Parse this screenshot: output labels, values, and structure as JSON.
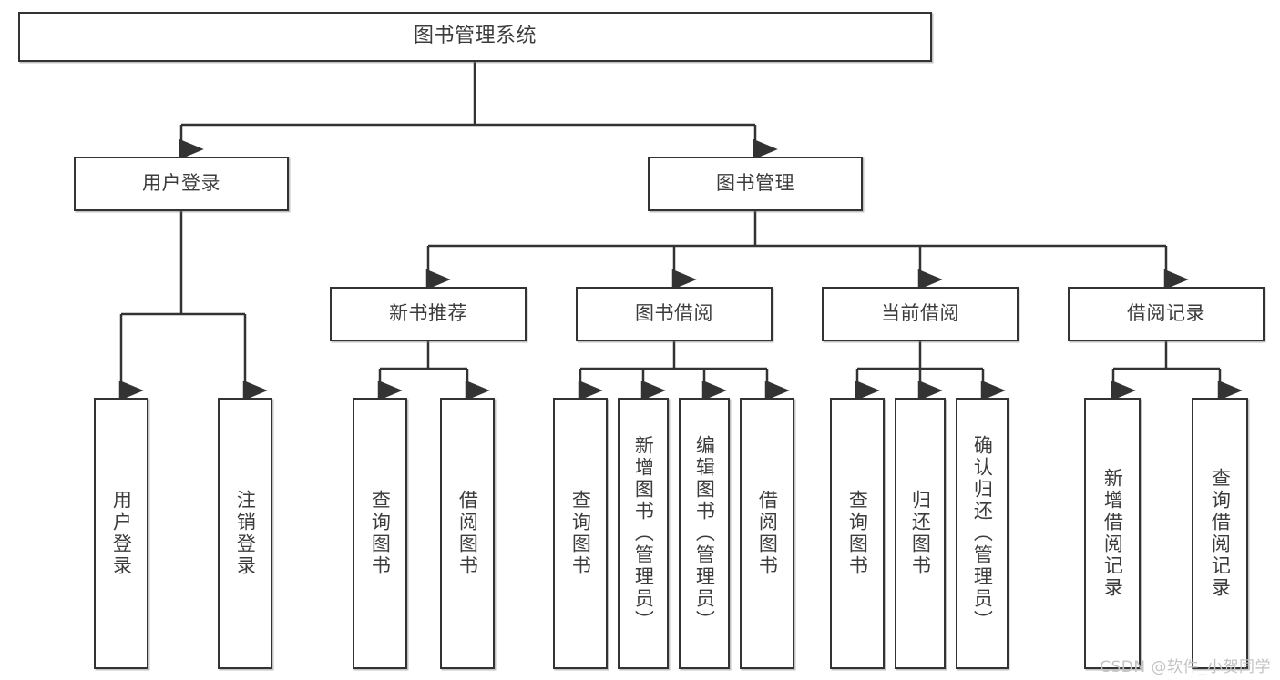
{
  "diagram": {
    "title": "图书管理系统",
    "type": "tree-hierarchy-chart",
    "watermark": "CSDN @软件_小贺同学",
    "colors": {
      "box_border": "#333333",
      "box_fill": "#ffffff",
      "text": "#3c3c3c",
      "edge": "#333333",
      "watermark": "#c3c3c3",
      "background": "#ffffff"
    },
    "levels": {
      "root": "图书管理系统",
      "level2": [
        "用户登录",
        "图书管理"
      ],
      "level3": [
        "新书推荐",
        "图书借阅",
        "当前借阅",
        "借阅记录"
      ]
    }
  },
  "nodes": {
    "root": {
      "label": "图书管理系统"
    },
    "user_login": {
      "label": "用户登录"
    },
    "book_manage": {
      "label": "图书管理"
    },
    "new_book_rec": {
      "label": "新书推荐"
    },
    "book_borrow": {
      "label": "图书借阅"
    },
    "current_borrow": {
      "label": "当前借阅"
    },
    "borrow_record": {
      "label": "借阅记录"
    },
    "leaf_user_login": {
      "label": "用户登录"
    },
    "leaf_logout": {
      "label": "注销登录"
    },
    "leaf_query_book_1": {
      "label": "查询图书"
    },
    "leaf_borrow_book_1": {
      "label": "借阅图书"
    },
    "leaf_query_book_2": {
      "label": "查询图书"
    },
    "leaf_add_book": {
      "label": "新增图书（管理员）"
    },
    "leaf_edit_book": {
      "label": "编辑图书（管理员）"
    },
    "leaf_borrow_book_2": {
      "label": "借阅图书"
    },
    "leaf_query_book_3": {
      "label": "查询图书"
    },
    "leaf_return_book": {
      "label": "归还图书"
    },
    "leaf_confirm_return": {
      "label": "确认归还（管理员）"
    },
    "leaf_add_record": {
      "label": "新增借阅记录"
    },
    "leaf_query_record": {
      "label": "查询借阅记录"
    }
  }
}
